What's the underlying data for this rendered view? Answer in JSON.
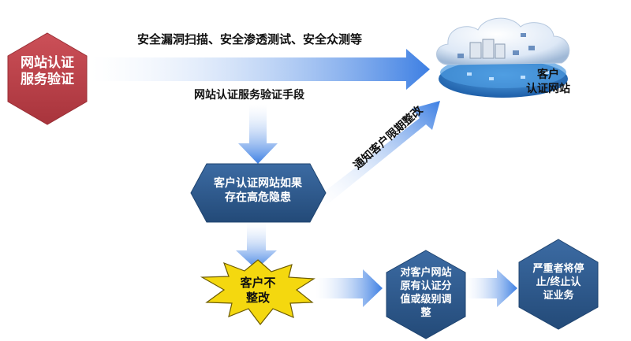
{
  "nodes": {
    "service": {
      "line1": "网站认证",
      "line2": "服务验证"
    },
    "cloud": {
      "line1": "客户",
      "line2": "认证网站"
    },
    "risk": {
      "line1": "客户认证网站如果",
      "line2": "存在高危隐患"
    },
    "no_fix": {
      "line1": "客户不",
      "line2": "整改"
    },
    "adjust": {
      "line1": "对客户网站",
      "line2": "原有认证分",
      "line3": "值或级别调",
      "line4": "整"
    },
    "terminate": {
      "line1": "严重者将停",
      "line2": "止/终止认",
      "line3": "证业务"
    }
  },
  "labels": {
    "top": "安全漏洞扫描、安全渗透测试、安全众测等",
    "middle": "网站认证服务验证手段",
    "notify": "通知客户限期整改"
  },
  "colors": {
    "service_fill": "#c0444c",
    "hex_fill": "#2f5b8d",
    "burst_fill": "#f4d80f",
    "arrow_blue": "#3d7fe3"
  }
}
